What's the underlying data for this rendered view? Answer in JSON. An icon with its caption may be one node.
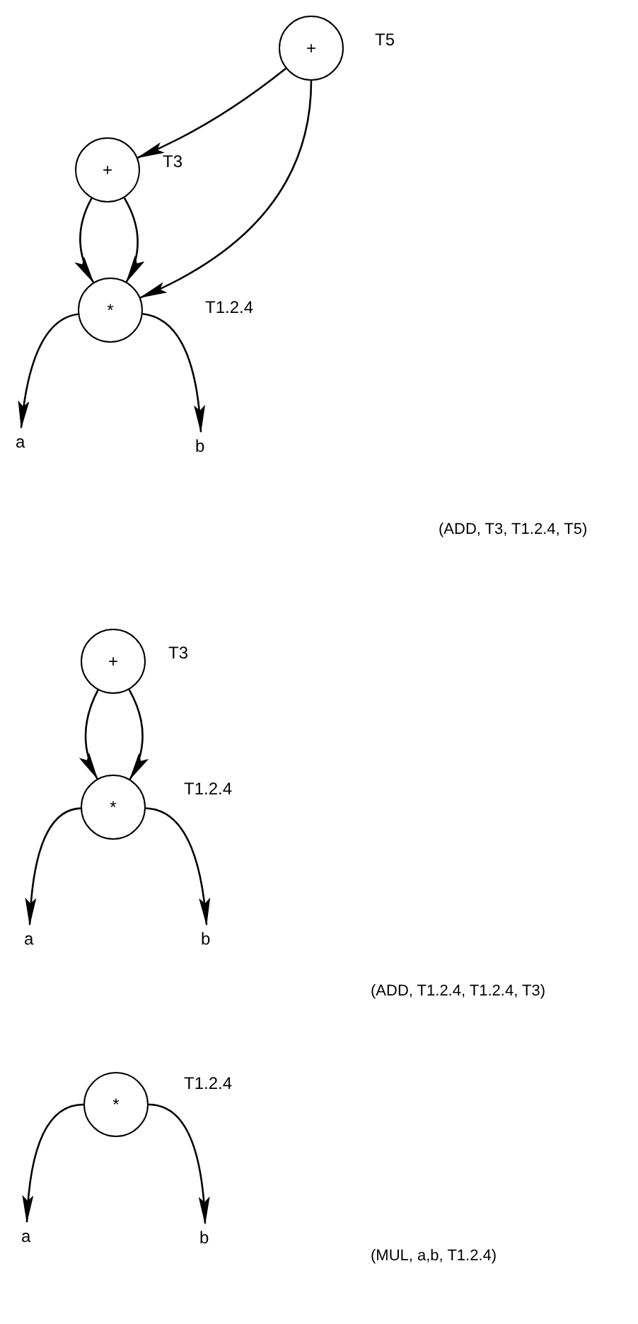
{
  "diagram": {
    "nodes": [
      {
        "text": [
          "+"
        ],
        "beside": [
          "T5"
        ]
      },
      {
        "text": [
          "+"
        ],
        "beside": [
          "T3"
        ]
      },
      {
        "text": [
          "*"
        ],
        "beside": [
          "T1.2.4"
        ]
      },
      {
        "text": [
          "a"
        ]
      },
      {
        "text": [
          "b"
        ]
      },
      {
        "text": [
          "+"
        ],
        "beside": [
          "T3"
        ]
      },
      {
        "text": [
          "*"
        ],
        "beside": [
          "T1.2.4"
        ]
      },
      {
        "text": [
          "a"
        ]
      },
      {
        "text": [
          "b"
        ]
      },
      {
        "text": [
          "*"
        ],
        "beside": [
          "T1.2.4"
        ]
      },
      {
        "text": [
          "a"
        ]
      },
      {
        "text": [
          "b"
        ]
      }
    ],
    "edges": [
      {
        "from": 0,
        "to": 1,
        "arrow": "to"
      },
      {
        "from": 0,
        "to": 2,
        "arrow": "to"
      },
      {
        "from": 1,
        "to": 2,
        "arrow": "to"
      },
      {
        "from": 1,
        "to": 2,
        "arrow": "to"
      },
      {
        "from": 2,
        "to": 3,
        "arrow": "to"
      },
      {
        "from": 2,
        "to": 4,
        "arrow": "to"
      },
      {
        "from": 5,
        "to": 6,
        "arrow": "to"
      },
      {
        "from": 5,
        "to": 6,
        "arrow": "to"
      },
      {
        "from": 6,
        "to": 7,
        "arrow": "to"
      },
      {
        "from": 6,
        "to": 8,
        "arrow": "to"
      },
      {
        "from": 9,
        "to": 10,
        "arrow": "to"
      },
      {
        "from": 9,
        "to": 11,
        "arrow": "to"
      }
    ],
    "labels": [
      "(ADD, T3, T1.2.4, T5)",
      "(ADD, T1.2.4, T1.2.4, T3)",
      "(MUL, a,b, T1.2.4)"
    ]
  }
}
